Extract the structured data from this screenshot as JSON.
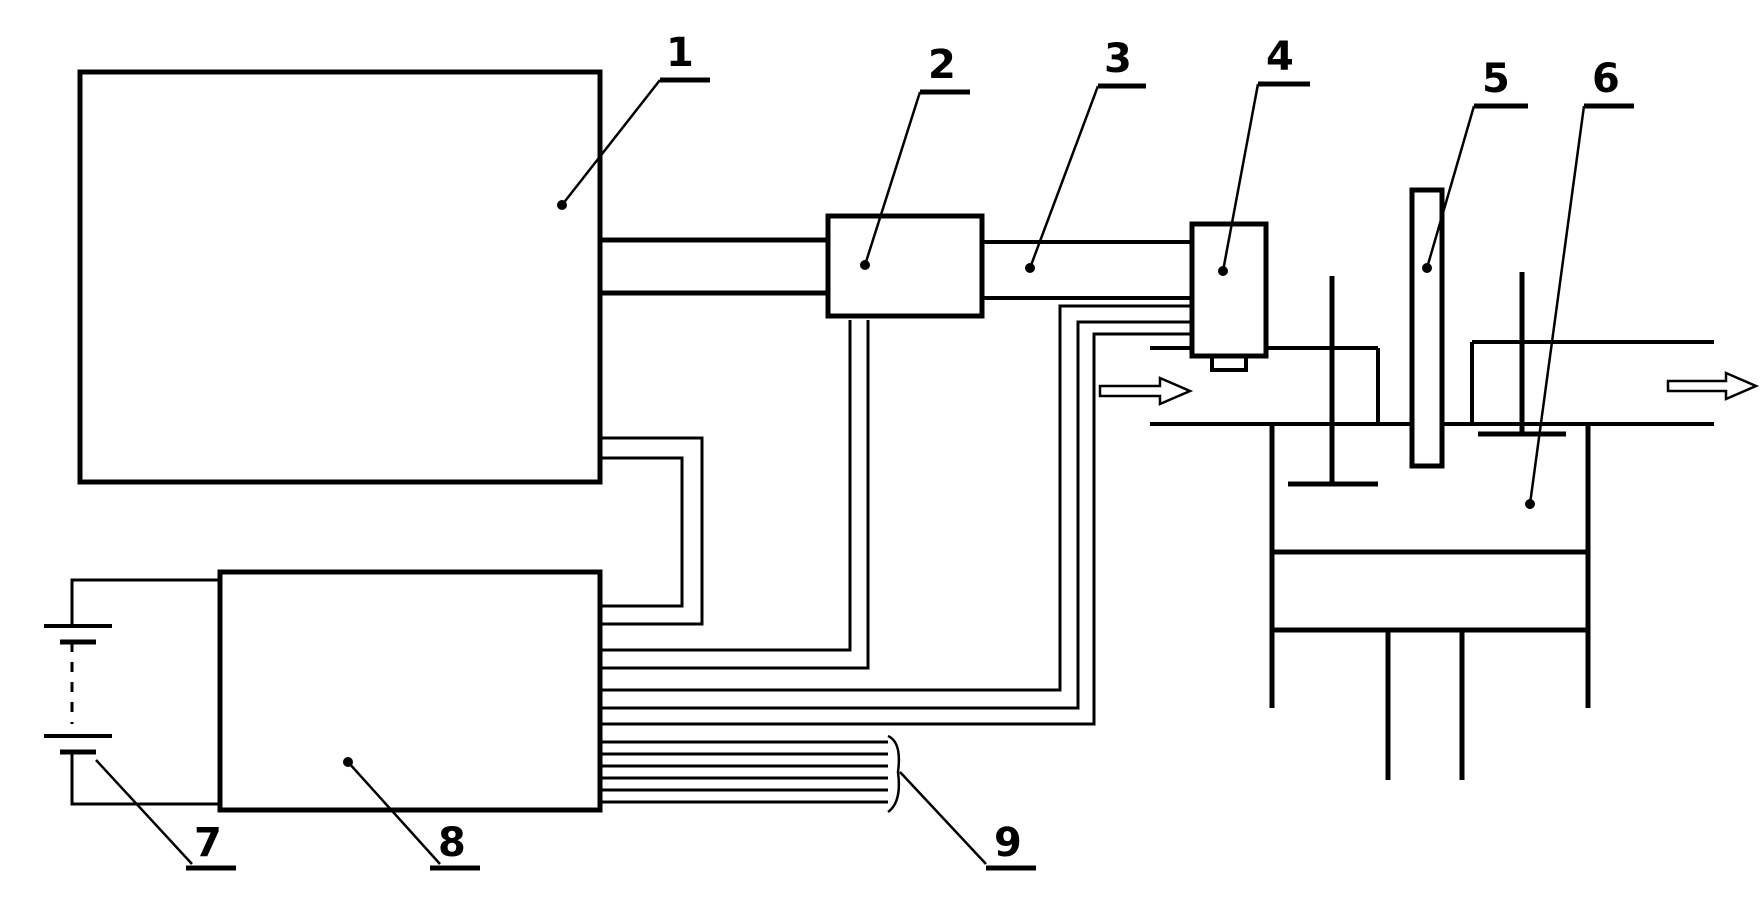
{
  "diagram": {
    "labels": {
      "l1": "1",
      "l2": "2",
      "l3": "3",
      "l4": "4",
      "l5": "5",
      "l6": "6",
      "l7": "7",
      "l8": "8",
      "l9": "9"
    },
    "line_color": "#000000",
    "background": "#ffffff"
  }
}
